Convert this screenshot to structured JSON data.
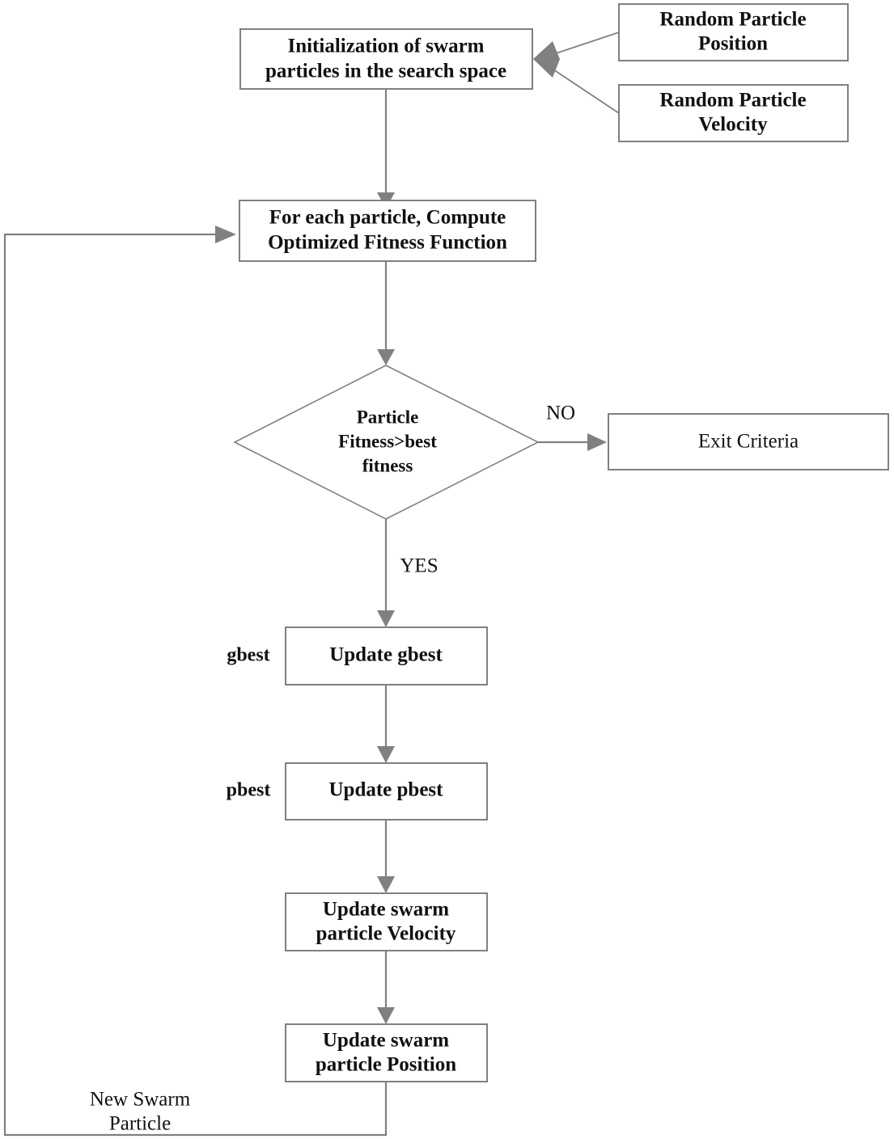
{
  "diagram": {
    "title": "Particle Swarm Optimization (PSO) Flowchart",
    "type": "flowchart",
    "colors": {
      "stroke": "#808080",
      "arrow_fill": "#808080",
      "node_fill": "#ffffff",
      "text": "#111111",
      "background": "#ffffff"
    },
    "nodes": {
      "init": {
        "shape": "rect",
        "line1": "Initialization of swarm",
        "line2": "particles in the search space"
      },
      "random_position": {
        "shape": "rect",
        "line1": "Random Particle",
        "line2": "Position"
      },
      "random_velocity": {
        "shape": "rect",
        "line1": "Random Particle",
        "line2": "Velocity"
      },
      "compute_fitness": {
        "shape": "rect",
        "line1": "For each particle, Compute",
        "line2": "Optimized Fitness Function"
      },
      "decision": {
        "shape": "diamond",
        "line1": "Particle",
        "line2": "Fitness>best",
        "line3": "fitness"
      },
      "exit_criteria": {
        "shape": "rect",
        "line1": "Exit Criteria"
      },
      "update_gbest": {
        "shape": "rect",
        "line1": "Update gbest"
      },
      "update_pbest": {
        "shape": "rect",
        "line1": "Update pbest"
      },
      "update_velocity": {
        "shape": "rect",
        "line1": "Update swarm",
        "line2": "particle Velocity"
      },
      "update_position": {
        "shape": "rect",
        "line1": "Update swarm",
        "line2": "particle Position"
      }
    },
    "edge_labels": {
      "no": "NO",
      "yes": "YES",
      "gbest": "gbest",
      "pbest": "pbest",
      "new_swarm_line1": "New Swarm",
      "new_swarm_line2": "Particle"
    }
  }
}
